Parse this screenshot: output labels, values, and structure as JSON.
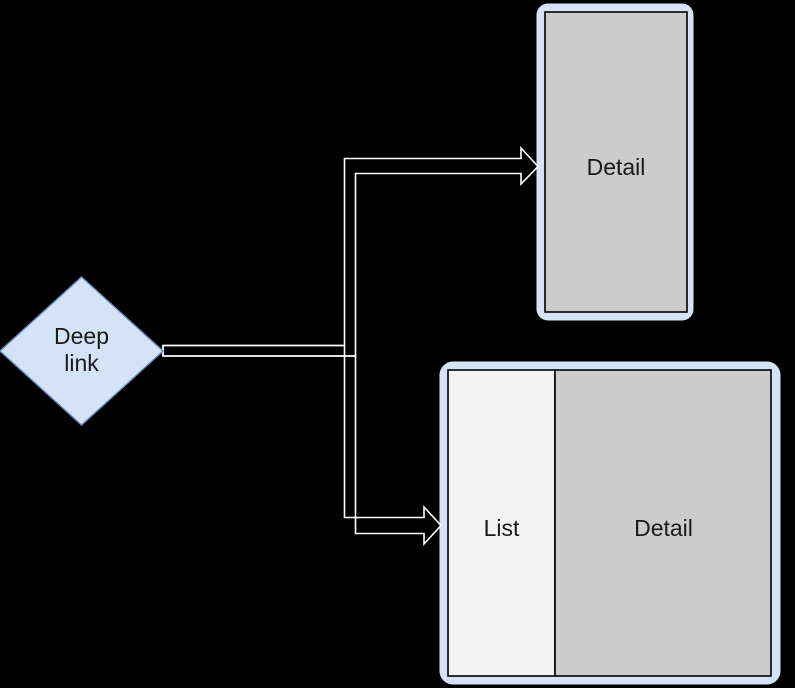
{
  "diagram": {
    "title": "Deep link navigation diagram",
    "background_color": "#000000",
    "nodes": {
      "deep_link": {
        "label": "Deep\nlink",
        "shape": "diamond",
        "fill_color": "#d4e4f6",
        "stroke_color": "#6c8ebf",
        "text_color": "#1a1a1a"
      },
      "phone": {
        "shape": "phone-frame",
        "frame_color": "#d4e4f6",
        "screen_color": "#cccccc",
        "stroke_color": "#000000",
        "screen_label": "Detail"
      },
      "tablet": {
        "shape": "tablet-frame",
        "frame_color": "#d4e4f6",
        "left_pane_color": "#f4f4f4",
        "right_pane_color": "#cccccc",
        "stroke_color": "#000000",
        "left_pane_label": "List",
        "right_pane_label": "Detail"
      }
    },
    "edges": [
      {
        "name": "deep-link-to-phone",
        "from": "deep_link",
        "to": "phone",
        "style": "outlined-arrow",
        "color": "#ffffff"
      },
      {
        "name": "deep-link-to-tablet",
        "from": "deep_link",
        "to": "tablet",
        "style": "outlined-arrow",
        "color": "#ffffff"
      }
    ]
  }
}
